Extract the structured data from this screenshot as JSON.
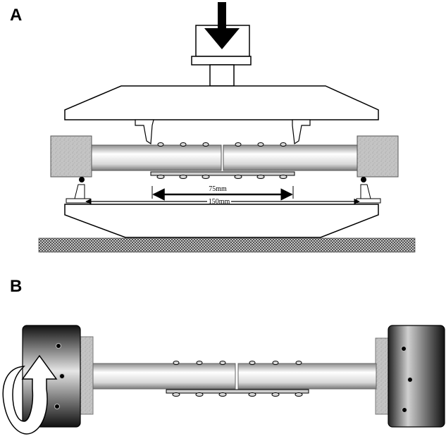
{
  "figure": {
    "panels": [
      {
        "label": "A",
        "dimensions": [
          {
            "label": "75mm",
            "value_mm": 75
          },
          {
            "label": "150mm",
            "value_mm": 150
          }
        ]
      },
      {
        "label": "B"
      }
    ],
    "colors": {
      "line": "#000000",
      "ground_hatch": "#555555",
      "clamp_block": "#bdbdbd",
      "specimen_light": "#ffffff",
      "specimen_dark": "#9a9a9a",
      "grip_dark": "#1a1a1a",
      "grip_light": "#d9d9d9"
    }
  }
}
